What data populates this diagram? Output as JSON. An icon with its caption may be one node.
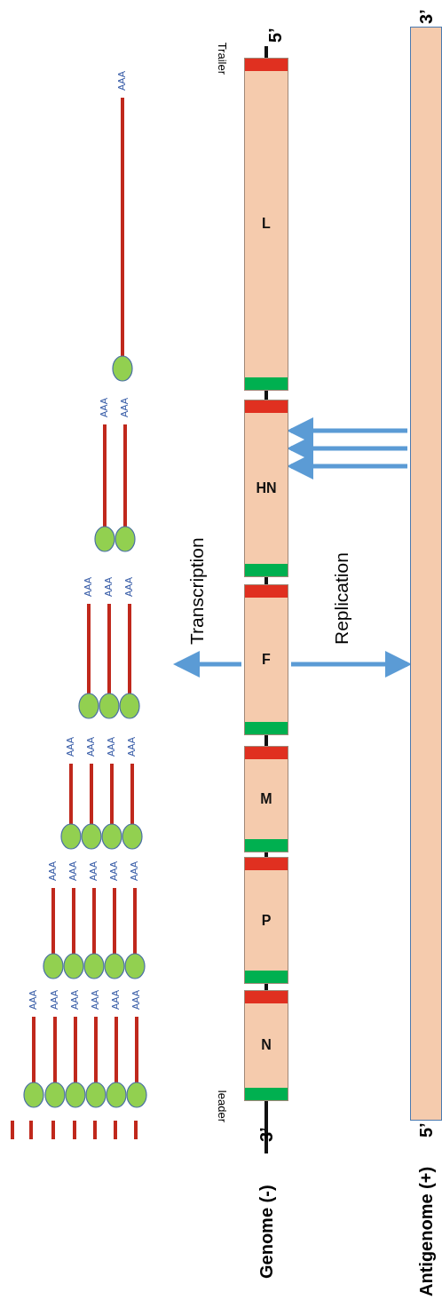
{
  "diagram": {
    "nodes": [
      {
        "text": [
          "N"
        ],
        "beside": [
          "3’",
          "leader"
        ]
      },
      {
        "text": [
          "P"
        ]
      },
      {
        "text": [
          "M"
        ]
      },
      {
        "text": [
          "F"
        ]
      },
      {
        "text": [
          "HN"
        ]
      },
      {
        "text": [
          "L"
        ],
        "beside": [
          "Trailer",
          "5’"
        ]
      },
      {
        "text": [],
        "shape": "bar",
        "beside": [
          "Antigenome (+)",
          "5’",
          "3’"
        ]
      }
    ],
    "edges": [
      {
        "from": 3,
        "to": null,
        "arrow": "to",
        "label": "Transcription"
      },
      {
        "from": 3,
        "to": 6,
        "arrow": "to",
        "label": "Replication"
      },
      {
        "from": 6,
        "to": 4,
        "arrow": "to"
      },
      {
        "from": 6,
        "to": 4,
        "arrow": "to"
      },
      {
        "from": 6,
        "to": 4,
        "arrow": "to"
      }
    ],
    "labels": [
      "Genome (-)",
      "AAA",
      "AAA",
      "AAA",
      "AAA",
      "AAA",
      "AAA",
      "AAA",
      "AAA",
      "AAA",
      "AAA",
      "AAA",
      "AAA",
      "AAA",
      "AAA",
      "AAA",
      "AAA",
      "AAA",
      "AAA",
      "AAA",
      "AAA",
      "AAA"
    ]
  }
}
